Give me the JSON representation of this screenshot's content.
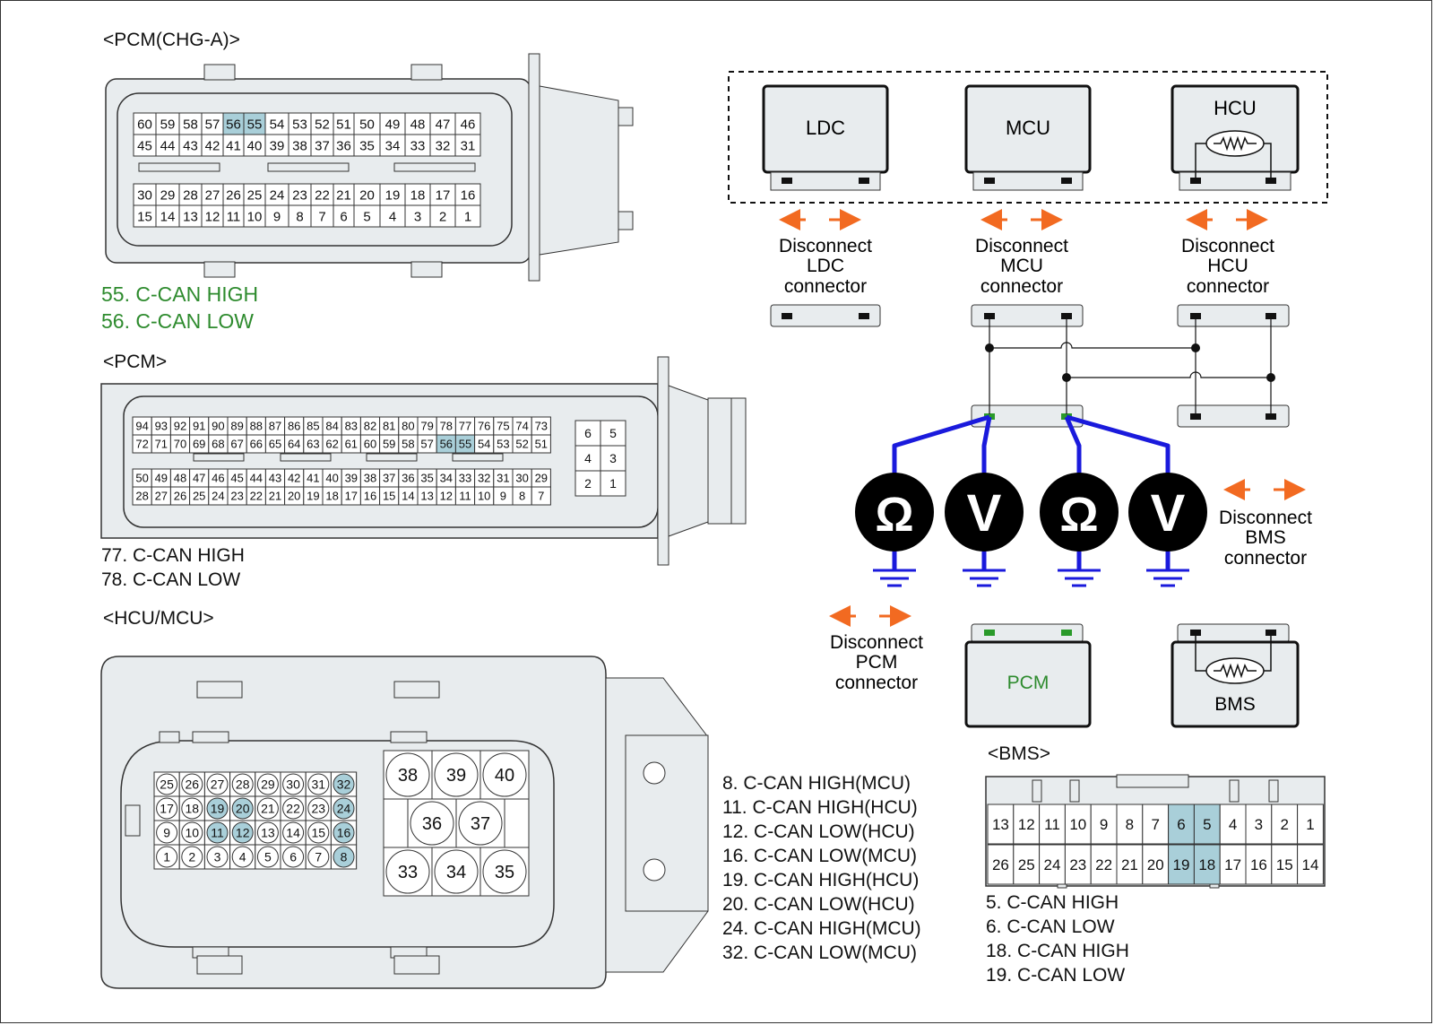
{
  "titles": {
    "pcm_chg_a": "<PCM(CHG-A)>",
    "pcm": "<PCM>",
    "hcu_mcu": "<HCU/MCU>",
    "bms": "<BMS>"
  },
  "legends": {
    "pcm_chg_a": [
      "55. C-CAN HIGH",
      "56. C-CAN LOW"
    ],
    "pcm": [
      "77. C-CAN HIGH",
      "78. C-CAN LOW"
    ],
    "hcu_mcu": [
      "8. C-CAN HIGH(MCU)",
      "11. C-CAN HIGH(HCU)",
      "12. C-CAN LOW(HCU)",
      "16. C-CAN LOW(MCU)",
      "19. C-CAN HIGH(HCU)",
      "20. C-CAN LOW(HCU)",
      "24. C-CAN HIGH(MCU)",
      "32. C-CAN LOW(MCU)"
    ],
    "bms": [
      "5. C-CAN HIGH",
      "6. C-CAN LOW",
      "18. C-CAN HIGH",
      "19. C-CAN LOW"
    ]
  },
  "modules": {
    "ldc": "LDC",
    "mcu": "MCU",
    "hcu": "HCU",
    "pcm": "PCM",
    "bms": "BMS"
  },
  "disconnect": {
    "ldc": [
      "Disconnect",
      "LDC",
      "connector"
    ],
    "mcu": [
      "Disconnect",
      "MCU",
      "connector"
    ],
    "hcu": [
      "Disconnect",
      "HCU",
      "connector"
    ],
    "bms": [
      "Disconnect",
      "BMS",
      "connector"
    ],
    "pcm": [
      "Disconnect",
      "PCM",
      "connector"
    ]
  },
  "meters": [
    "Ω",
    "V",
    "Ω",
    "V"
  ],
  "connectors": {
    "pcm_chg_a": {
      "row1": [
        "60",
        "59",
        "58",
        "57",
        "56",
        "55",
        "54",
        "53",
        "52",
        "51",
        "50",
        "49",
        "48",
        "47",
        "46"
      ],
      "row2": [
        "45",
        "44",
        "43",
        "42",
        "41",
        "40",
        "39",
        "38",
        "37",
        "36",
        "35",
        "34",
        "33",
        "32",
        "31"
      ],
      "row3": [
        "30",
        "29",
        "28",
        "27",
        "26",
        "25",
        "24",
        "23",
        "22",
        "21",
        "20",
        "19",
        "18",
        "17",
        "16"
      ],
      "row4": [
        "15",
        "14",
        "13",
        "12",
        "11",
        "10",
        "9",
        "8",
        "7",
        "6",
        "5",
        "4",
        "3",
        "2",
        "1"
      ],
      "highlight": [
        "56",
        "55"
      ]
    },
    "pcm": {
      "row1": [
        "94",
        "93",
        "92",
        "91",
        "90",
        "89",
        "88",
        "87",
        "86",
        "85",
        "84",
        "83",
        "82",
        "81",
        "80",
        "79",
        "78",
        "77",
        "76",
        "75",
        "74",
        "73"
      ],
      "row2": [
        "72",
        "71",
        "70",
        "69",
        "68",
        "67",
        "66",
        "65",
        "64",
        "63",
        "62",
        "61",
        "60",
        "59",
        "58",
        "57",
        "56",
        "55",
        "54",
        "53",
        "52",
        "51"
      ],
      "row3": [
        "50",
        "49",
        "48",
        "47",
        "46",
        "45",
        "44",
        "43",
        "42",
        "41",
        "40",
        "39",
        "38",
        "37",
        "36",
        "35",
        "34",
        "33",
        "32",
        "31",
        "30",
        "29"
      ],
      "row4": [
        "28",
        "27",
        "26",
        "25",
        "24",
        "23",
        "22",
        "21",
        "20",
        "19",
        "18",
        "17",
        "16",
        "15",
        "14",
        "13",
        "12",
        "11",
        "10",
        "9",
        "8",
        "7"
      ],
      "side": [
        [
          "6",
          "5"
        ],
        [
          "4",
          "3"
        ],
        [
          "2",
          "1"
        ]
      ],
      "highlight": [
        "56",
        "55"
      ]
    },
    "hcu_mcu": {
      "rows": [
        [
          "25",
          "26",
          "27",
          "28",
          "29",
          "30",
          "31",
          "32"
        ],
        [
          "17",
          "18",
          "19",
          "20",
          "21",
          "22",
          "23",
          "24"
        ],
        [
          "9",
          "10",
          "11",
          "12",
          "13",
          "14",
          "15",
          "16"
        ],
        [
          "1",
          "2",
          "3",
          "4",
          "5",
          "6",
          "7",
          "8"
        ]
      ],
      "big": [
        [
          "38",
          "39",
          "40"
        ],
        [
          "36",
          "37"
        ],
        [
          "33",
          "34",
          "35"
        ]
      ],
      "highlight": [
        "32",
        "19",
        "20",
        "24",
        "11",
        "12",
        "16",
        "8"
      ]
    },
    "bms": {
      "row1": [
        "13",
        "12",
        "11",
        "10",
        "9",
        "8",
        "7",
        "6",
        "5",
        "4",
        "3",
        "2",
        "1"
      ],
      "row2": [
        "26",
        "25",
        "24",
        "23",
        "22",
        "21",
        "20",
        "19",
        "18",
        "17",
        "16",
        "15",
        "14"
      ],
      "highlight": [
        "6",
        "5",
        "19",
        "18"
      ]
    }
  },
  "colors": {
    "housing": "#e8ecee",
    "highlight": "#a9cfd9",
    "arrow": "#f26a21",
    "wire": "#1a1adc",
    "green_text": "#2e8b2e",
    "pin_green": "#2a9a2a"
  }
}
